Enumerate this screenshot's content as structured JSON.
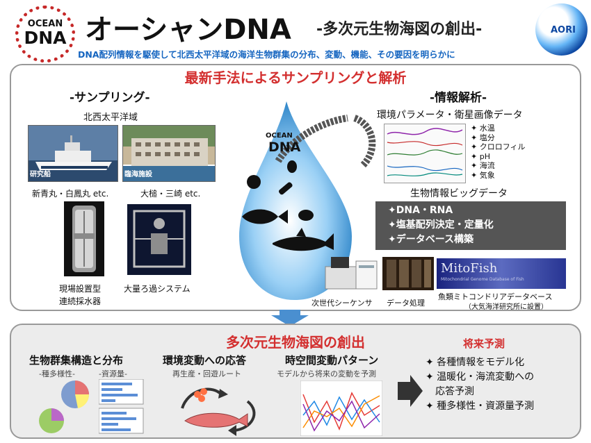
{
  "header": {
    "logo_top": "OCEAN",
    "logo_bottom": "DNA",
    "title": "オーシャンDNA",
    "subtitle": "-多次元生物海図の創出-",
    "tagline": "DNA配列情報を駆使して北西太平洋域の海洋生物群集の分布、変動、機能、その要因を明らかに",
    "aori_logo": "AORI"
  },
  "top_panel": {
    "title": "最新手法によるサンプリングと解析",
    "sampling": {
      "heading": "-サンプリング-",
      "region": "北西太平洋域",
      "photos": [
        {
          "tag": "研究船",
          "caption": "新青丸・白鳳丸 etc."
        },
        {
          "tag": "臨海施設",
          "caption": "大槌・三崎 etc."
        }
      ],
      "device1_caption_line1": "現場設置型",
      "device1_caption_line2": "連続採水器",
      "device2_caption": "大量ろ過システム"
    },
    "center": {
      "logo_top": "OCEAN",
      "logo_bottom": "DNA"
    },
    "analysis": {
      "heading": "-情報解析-",
      "env_heading": "環境パラメータ・衛星画像データ",
      "env_items": [
        "✦ 水温",
        "✦ 塩分",
        "✦ クロロフィル",
        "✦ pH",
        "✦ 海流",
        "✦ 気象"
      ],
      "bio_heading": "生物情報ビッグデータ",
      "bio_items": [
        "✦DNA・RNA",
        "✦塩基配列決定・定量化",
        "✦データベース構築"
      ],
      "caption_sequencer": "次世代シーケンサ",
      "caption_processing": "データ処理",
      "mitofish_title": "MitoFish",
      "mitofish_sub": "Mitochondrial Genome Database of Fish",
      "mitofish_caption": "魚類ミトコンドリアデータベース",
      "mitofish_note": "（大気海洋研究所に設置）"
    }
  },
  "bottom_panel": {
    "title": "多次元生物海図の創出",
    "col1": {
      "heading": "生物群集構造と分布",
      "sub1": "-種多様性-",
      "sub2": "-資源量-"
    },
    "col2": {
      "heading": "環境変動への応答",
      "sub": "再生産・回遊ルート"
    },
    "col3": {
      "heading": "時空間変動パターン",
      "sub": "モデルから将来の変動を予測"
    },
    "future": {
      "heading": "将来予測",
      "items": [
        "✦ 各種情報をモデル化",
        "✦ 温暖化・海流変動への",
        "　応答予測",
        "✦ 種多様性・資源量予測"
      ]
    }
  },
  "colors": {
    "accent_red": "#d32f2f",
    "accent_blue": "#1565c0",
    "drop_blue": "#4fa3e0"
  }
}
